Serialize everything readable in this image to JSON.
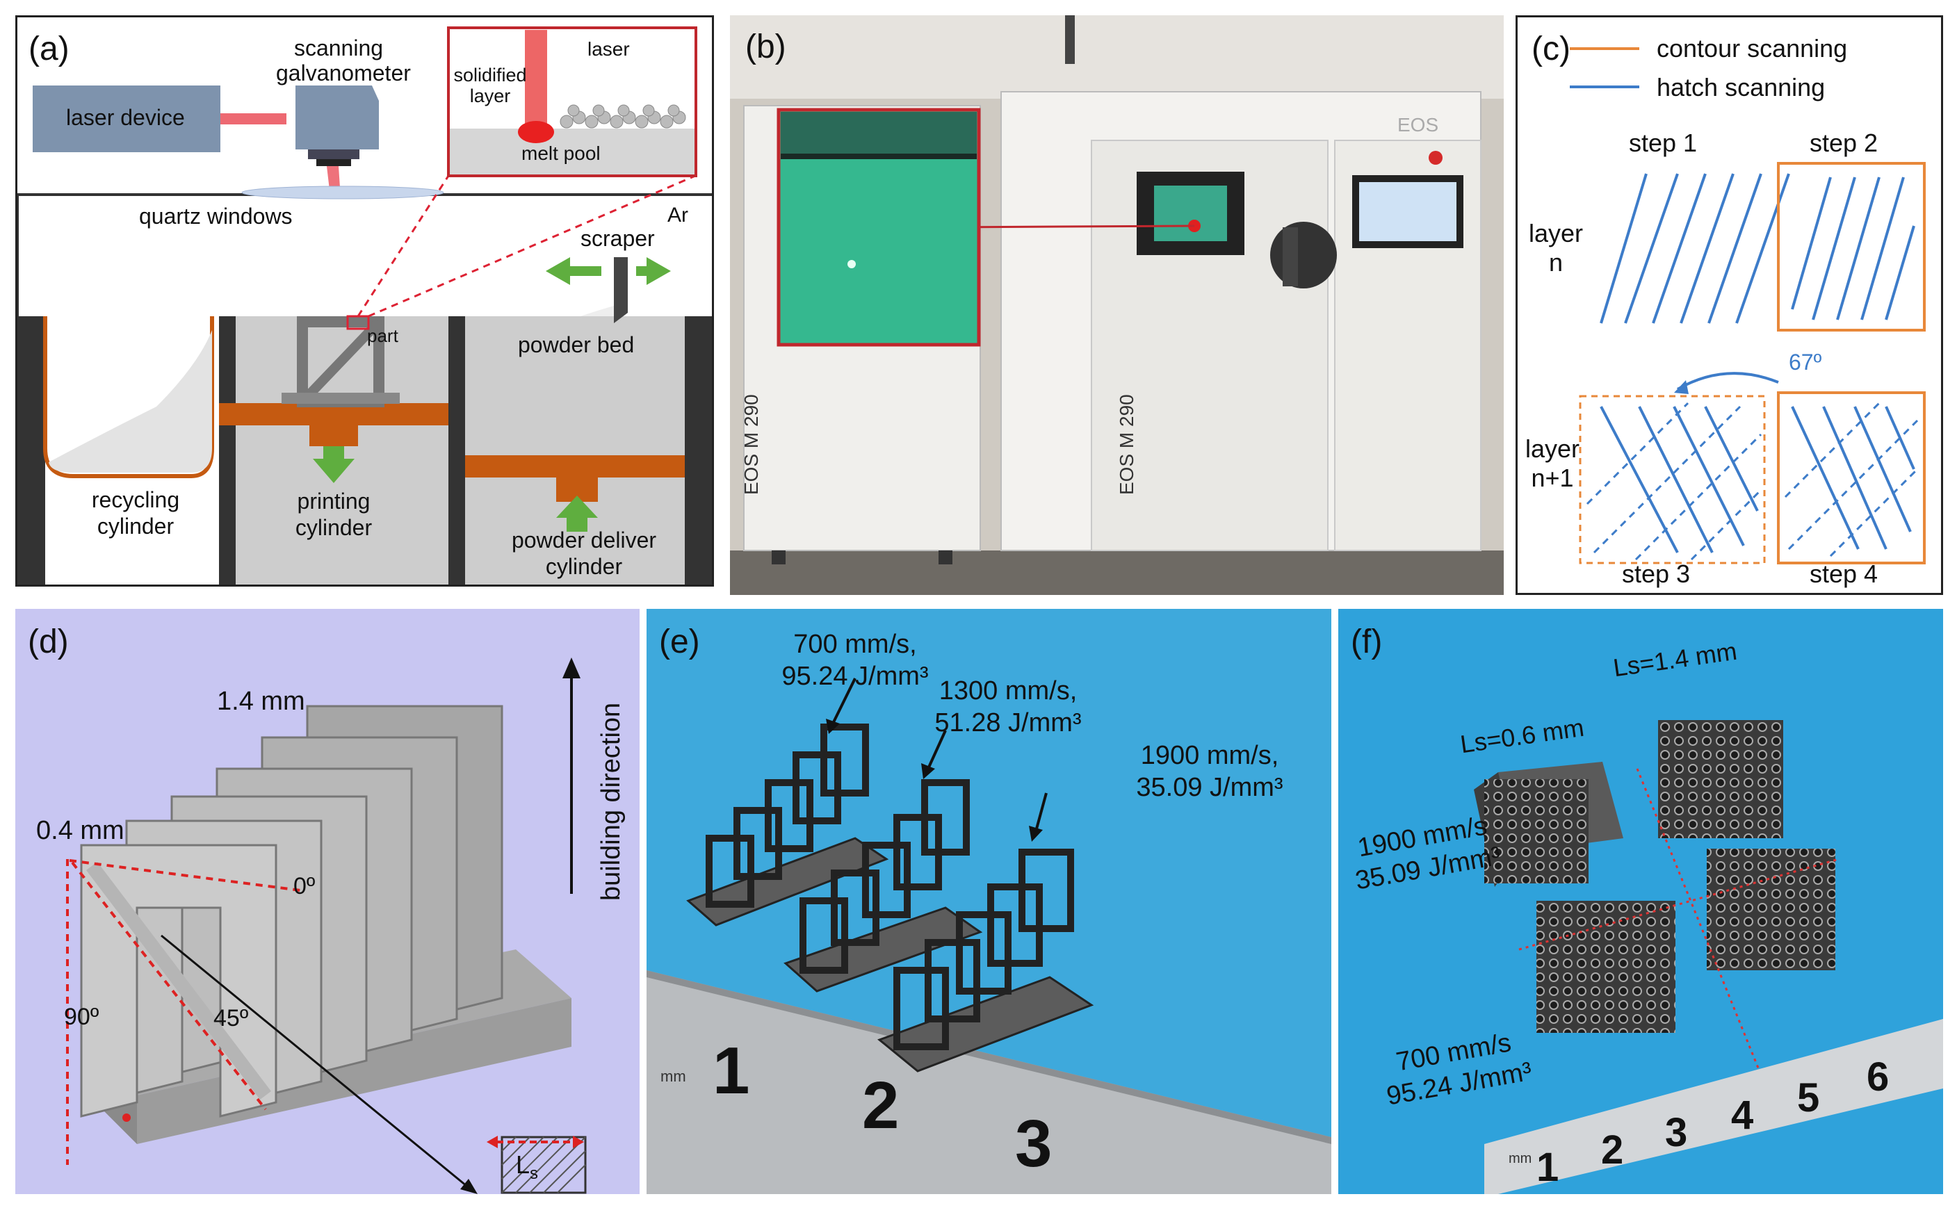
{
  "panel_a": {
    "label": "(a)",
    "laser_device": "laser device",
    "galvanometer": [
      "scanning",
      "galvanometer"
    ],
    "quartz": "quartz windows",
    "inset_laser": "laser",
    "inset_solidified": [
      "solidified",
      "layer"
    ],
    "inset_melt": "melt pool",
    "ar": "Ar",
    "scraper": "scraper",
    "part": "part",
    "powder_bed": "powder bed",
    "recycling": [
      "recycling",
      "cylinder"
    ],
    "printing": [
      "printing",
      "cylinder"
    ],
    "powder_deliver": [
      "powder deliver",
      "cylinder"
    ]
  },
  "panel_b": {
    "label": "(b)",
    "model_label_1": "EOS M 290",
    "model_label_2": "EOS M 290",
    "brand": "EOS"
  },
  "panel_c": {
    "label": "(c)",
    "legend_contour": "contour scanning",
    "legend_hatch": "hatch scanning",
    "step1": "step 1",
    "step2": "step 2",
    "step3": "step 3",
    "step4": "step 4",
    "layer_n": [
      "layer",
      "n"
    ],
    "layer_n1": [
      "layer",
      "n+1"
    ],
    "angle": "67º",
    "colors": {
      "contour": "#e8883a",
      "hatch": "#3d7cc9"
    }
  },
  "panel_d": {
    "label": "(d)",
    "dim_top": "1.4 mm",
    "dim_left": "0.4 mm",
    "building_direction": "building direction",
    "angle_0": "0º",
    "angle_90": "90º",
    "angle_45": "45º",
    "ls": "Ls",
    "background": "#c8c6f2"
  },
  "panel_e": {
    "label": "(e)",
    "s1": [
      "700 mm/s,",
      "95.24 J/mm³"
    ],
    "s2": [
      "1300 mm/s,",
      "51.28 J/mm³"
    ],
    "s3": [
      "1900 mm/s,",
      "35.09 J/mm³"
    ],
    "ruler_digits": [
      "1",
      "2",
      "3"
    ],
    "ruler_unit": "mm"
  },
  "panel_f": {
    "label": "(f)",
    "ls_small": "Ls=0.6 mm",
    "ls_large": "Ls=1.4 mm",
    "p_high": [
      "1900 mm/s",
      "35.09 J/mm³"
    ],
    "p_low": [
      "700 mm/s",
      "95.24 J/mm³"
    ],
    "ruler_digits": [
      "1",
      "2",
      "3",
      "4",
      "5",
      "6"
    ],
    "ruler_unit": "mm"
  }
}
